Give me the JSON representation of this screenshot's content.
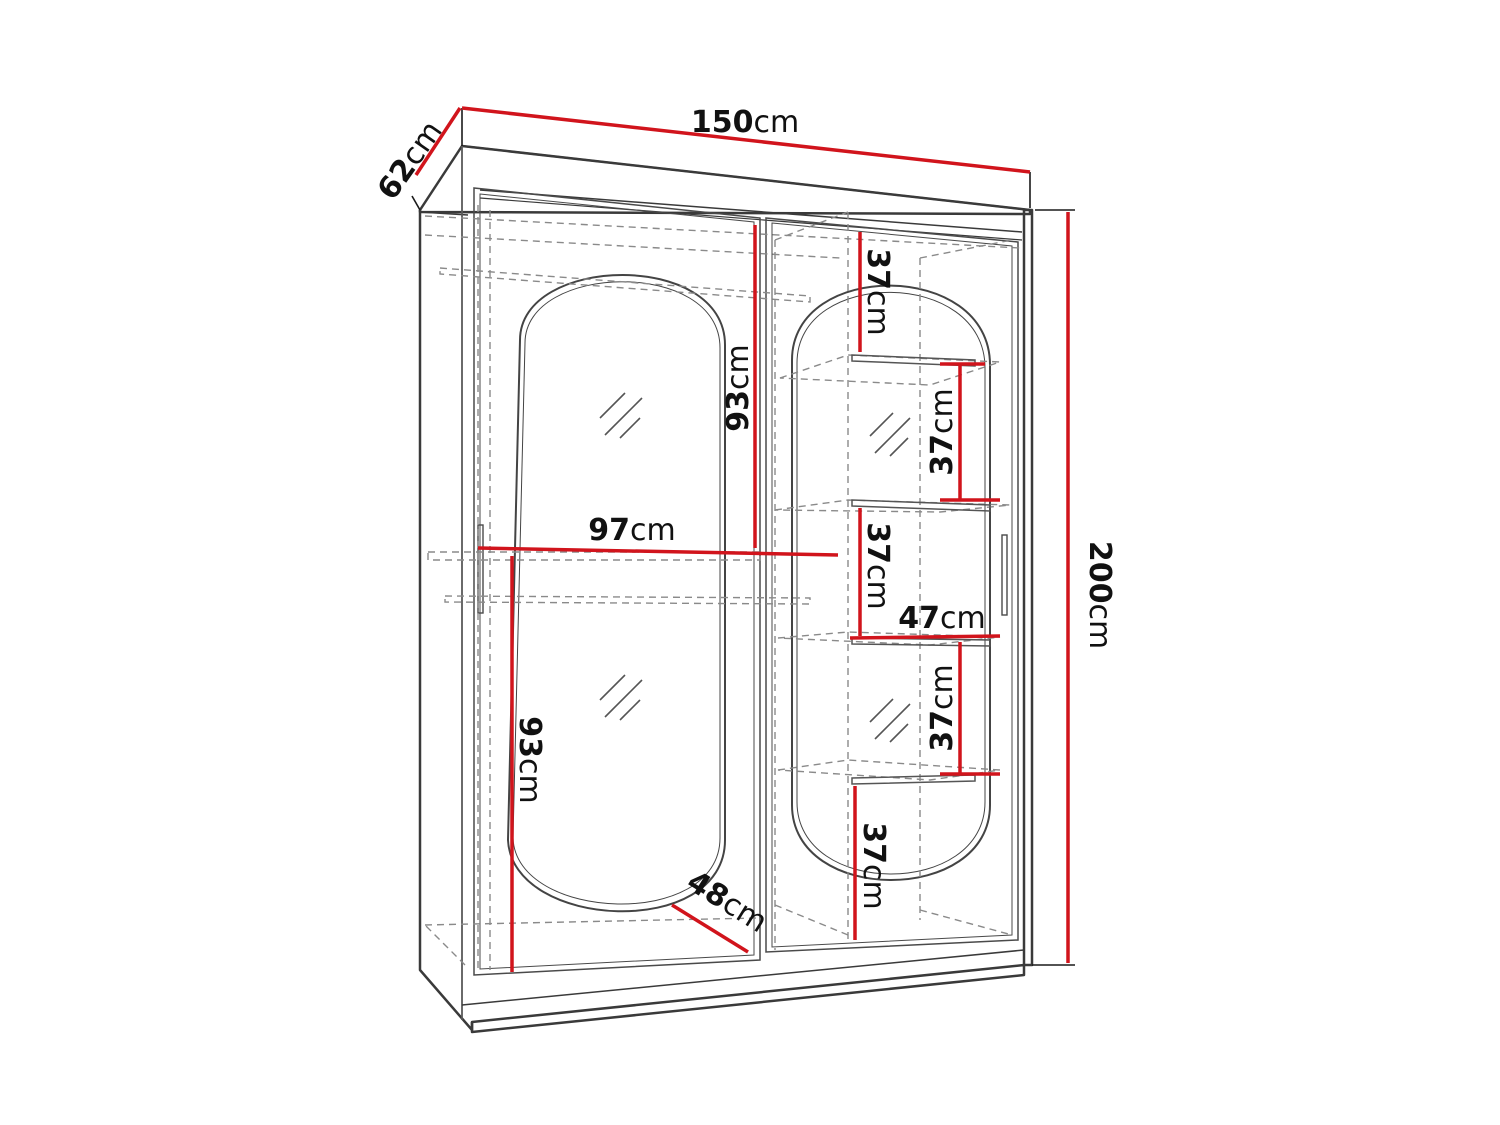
{
  "colors": {
    "outline": "#3a3a3a",
    "dashed": "#8a8a8a",
    "dimension": "#d1141c",
    "text": "#111111"
  },
  "dimensions": {
    "depth": {
      "value": "62",
      "unit": "cm"
    },
    "width": {
      "value": "150",
      "unit": "cm"
    },
    "height": {
      "value": "200",
      "unit": "cm"
    },
    "upper_left": {
      "value": "93",
      "unit": "cm"
    },
    "lower_left": {
      "value": "93",
      "unit": "cm"
    },
    "hanging_width": {
      "value": "97",
      "unit": "cm"
    },
    "shelf_width": {
      "value": "47",
      "unit": "cm"
    },
    "inner_depth": {
      "value": "48",
      "unit": "cm"
    },
    "shelf_1": {
      "value": "37",
      "unit": "cm"
    },
    "shelf_2": {
      "value": "37",
      "unit": "cm"
    },
    "shelf_3": {
      "value": "37",
      "unit": "cm"
    },
    "shelf_4": {
      "value": "37",
      "unit": "cm"
    },
    "shelf_5": {
      "value": "37",
      "unit": "cm"
    }
  },
  "icons": [
    "mirror-glare-icon"
  ]
}
